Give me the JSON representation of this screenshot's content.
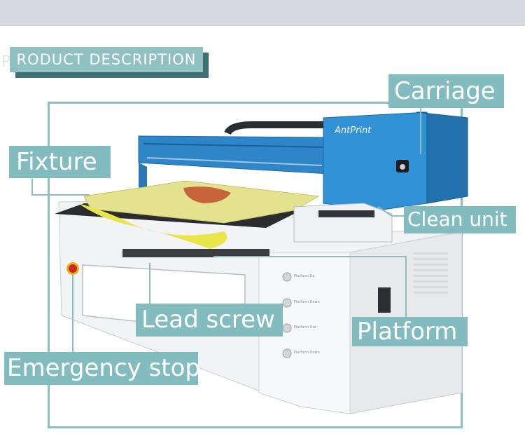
{
  "heading": {
    "title": "RODUCT DESCRIPTION",
    "ghost_letter": "P"
  },
  "machine": {
    "brand": "AntPrint",
    "buttons": [
      "Platform Up",
      "Platform Down",
      "Platform Out",
      "Platform Down"
    ]
  },
  "callouts": {
    "carriage": "Carriage",
    "fixture": "Fixture",
    "clean_unit": "Clean unit",
    "lead_screw": "Lead screw",
    "platform": "Platform",
    "emergency_stop": "Emergency stop"
  },
  "colors": {
    "accent": "#83bcbf",
    "accent_dark": "#3e6f73",
    "gantry_blue": "#2e86c9",
    "body_white": "#f4f5f6",
    "tray_yellow": "#e4e28e"
  }
}
